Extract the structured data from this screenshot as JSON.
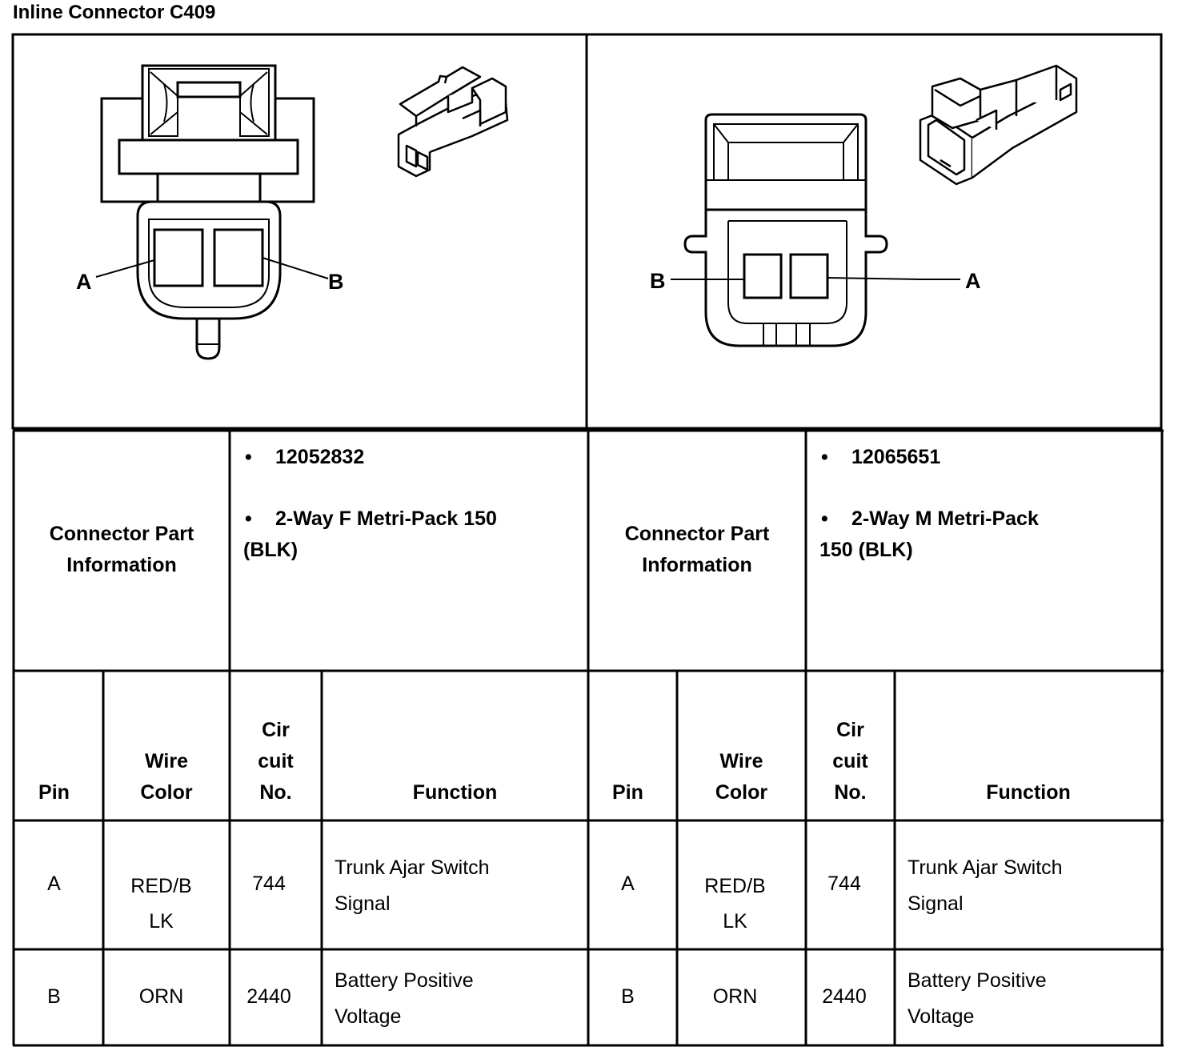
{
  "title": "Inline Connector C409",
  "left": {
    "diagram": {
      "pin_labels": [
        "A",
        "B"
      ],
      "icons": [
        "female-connector-face-drawing",
        "female-connector-3d-view"
      ]
    },
    "part_info_label": "Connector Part Information",
    "part_number": "12052832",
    "part_desc_line1": "2-Way F Metri-Pack 150",
    "part_desc_line2": "(BLK)",
    "columns": {
      "pin": "Pin",
      "wire1": "Wire",
      "wire2": "Color",
      "cir1": "Cir",
      "cir2": "cuit",
      "cir3": "No.",
      "function": "Function"
    },
    "rows": [
      {
        "pin": "A",
        "wire1": "RED/B",
        "wire2": "LK",
        "circuit": "744",
        "func1": "Trunk Ajar Switch",
        "func2": "Signal"
      },
      {
        "pin": "B",
        "wire1": "ORN",
        "wire2": "",
        "circuit": "2440",
        "func1": "Battery Positive",
        "func2": "Voltage"
      }
    ]
  },
  "right": {
    "diagram": {
      "pin_labels": [
        "B",
        "A"
      ],
      "icons": [
        "male-connector-face-drawing",
        "male-connector-3d-view"
      ]
    },
    "part_info_label": "Connector Part Information",
    "part_number": "12065651",
    "part_desc_line1": "2-Way M Metri-Pack",
    "part_desc_line2": "150 (BLK)",
    "columns": {
      "pin": "Pin",
      "wire1": "Wire",
      "wire2": "Color",
      "cir1": "Cir",
      "cir2": "cuit",
      "cir3": "No.",
      "function": "Function"
    },
    "rows": [
      {
        "pin": "A",
        "wire1": "RED/B",
        "wire2": "LK",
        "circuit": "744",
        "func1": "Trunk Ajar Switch",
        "func2": "Signal"
      },
      {
        "pin": "B",
        "wire1": "ORN",
        "wire2": "",
        "circuit": "2440",
        "func1": "Battery Positive",
        "func2": "Voltage"
      }
    ]
  }
}
